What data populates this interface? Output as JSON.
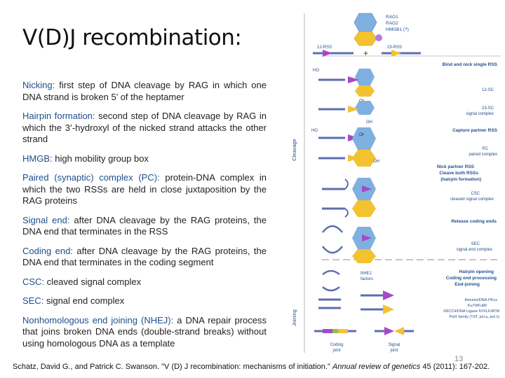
{
  "title": "V(D)J recombination:",
  "definitions": [
    {
      "term": "Nicking:",
      "text": " first step of DNA cleavage by RAG in which one DNA strand is broken 5’ of the heptamer"
    },
    {
      "term": "Hairpin formation:",
      "text": " second step of DNA cleavage by RAG in which the 3’-hydroxyl of the nicked strand attacks the other strand"
    },
    {
      "term": "HMGB:",
      "text": " high mobility group box"
    },
    {
      "term": "Paired (synaptic) complex (PC):",
      "text": " protein-DNA complex in which the two RSSs are held in close juxtaposition by the RAG proteins"
    },
    {
      "term": "Signal end:",
      "text": " after DNA cleavage by the RAG proteins, the DNA end that terminates in the RSS"
    },
    {
      "term": "Coding end:",
      "text": " after DNA cleavage by the RAG proteins, the DNA end that terminates in the coding segment"
    },
    {
      "term": "CSC:",
      "text": " cleaved signal complex"
    },
    {
      "term": "SEC:",
      "text": " signal end complex"
    },
    {
      "term": "Nonhomologous end joining (NHEJ):",
      "text": " a DNA repair process that joins broken DNA ends (double-strand breaks) without using homologous DNA as a template"
    }
  ],
  "figure": {
    "legend_rag1": "RAG1",
    "legend_rag2": "RAG2",
    "legend_hmgb1": "HMGB1 (?)",
    "rss12": "12-RSS",
    "rss23": "23-RSS",
    "plus": "+",
    "or1": "Or",
    "or2": "Or",
    "ho1": "HO",
    "ho2": "HO",
    "oh1": "OH",
    "oh2": "OH",
    "axis_cleavage": "Cleavage",
    "axis_joining": "Joining",
    "step_bind": "Bind and nick single RSS",
    "label_12sc": "12-SC",
    "label_23sc_1": "23-SC",
    "label_23sc_2": "signal complex",
    "step_capture": "Capture partner RSS",
    "label_pc_1": "PC",
    "label_pc_2": "paired complex",
    "step_nick_1": "Nick partner RSS",
    "step_nick_2": "Cleave both RSSs",
    "step_nick_3": "(hairpin formation)",
    "label_csc_1": "CSC",
    "label_csc_2": "cleaved signal complex",
    "step_release": "Release coding ends",
    "label_sec_1": "SEC",
    "label_sec_2": "signal end complex",
    "nhej_1": "NHEJ",
    "nhej_2": "factors",
    "step_hairpin_1": "Hairpin opening",
    "step_hairpin_2": "Coding end processing",
    "step_hairpin_3": "End-joining",
    "factors_1": "Artemis/DNA-PKcs",
    "factors_2": "Ku70/Ku80",
    "factors_3": "XRCC4/DNA Ligase IV/XLF/ATM",
    "factors_4": "PolX family (TdT, pol μ, pol λ)",
    "coding_joint_1": "Coding",
    "coding_joint_2": "joint",
    "signal_joint_1": "Signal",
    "signal_joint_2": "joint",
    "colors": {
      "rag1": "#7fb0e0",
      "rag2": "#f2c231",
      "hmgb1": "#b57be0",
      "rss12": "#a64ac9",
      "rss23": "#f2c231",
      "dna": "#5b6eb0",
      "coding": "#8fc04c",
      "text_blue": "#1f4e8c"
    }
  },
  "slide_number": "13",
  "citation": {
    "prefix": "Schatz, David G., and Patrick C. Swanson. \"V (D) J recombination: mechanisms of initiation.\" ",
    "journal": "Annual review of genetics",
    "suffix": " 45 (2011): 167-202."
  }
}
